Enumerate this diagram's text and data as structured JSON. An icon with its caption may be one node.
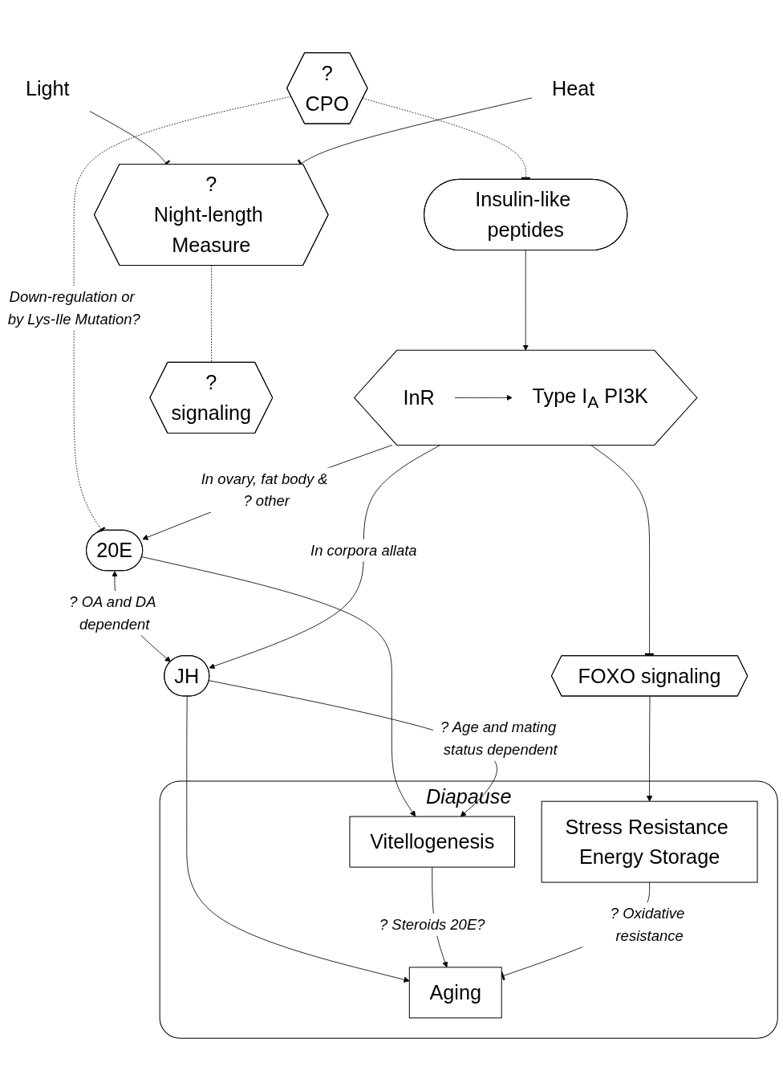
{
  "diagram": {
    "nodes": [
      {
        "text": [
          "Light"
        ]
      },
      {
        "text": [
          "Heat"
        ]
      },
      {
        "text": [
          "?",
          "Night-length Measure"
        ]
      },
      {
        "text": [
          "?",
          "signaling"
        ]
      },
      {
        "text": [
          "?",
          "CPO"
        ]
      },
      {
        "text": [
          "20E"
        ]
      },
      {
        "text": [
          "Insulin-like peptides"
        ]
      },
      {
        "text": [],
        "shape": "hexagon"
      },
      {
        "text": [
          "InR"
        ],
        "in": 7
      },
      {
        "text": [
          "Type I$_{A}$ PI3K"
        ],
        "in": 7
      },
      {
        "text": [
          "JH"
        ]
      },
      {
        "text": [
          "FOXO signaling"
        ]
      },
      {
        "text": [
          "Diapause"
        ]
      },
      {
        "text": [
          "Vitellogenesis"
        ],
        "in": 12
      },
      {
        "text": [
          "Aging"
        ],
        "in": 12
      },
      {
        "text": [
          "Stress Resistance Energy Storage"
        ],
        "in": 12
      }
    ],
    "edges": [
      {
        "from": 0,
        "to": 2,
        "arrow": "other"
      },
      {
        "from": 1,
        "to": 2,
        "arrow": "other"
      },
      {
        "from": 2,
        "to": 3,
        "arrow": "none",
        "style": "dashed"
      },
      {
        "from": 4,
        "to": 5,
        "arrow": "other",
        "style": "dashed",
        "label": "Down-regulation or by Lys-Ile Mutation?"
      },
      {
        "from": 4,
        "to": 6,
        "arrow": "other",
        "style": "dashed"
      },
      {
        "from": 6,
        "to": 7,
        "arrow": "to"
      },
      {
        "from": 8,
        "to": 9,
        "arrow": "to"
      },
      {
        "from": 7,
        "to": 5,
        "arrow": "to",
        "label": "In ovary, fat body & ? other"
      },
      {
        "from": 5,
        "to": 10,
        "arrow": "both",
        "label": "? OA and DA dependent"
      },
      {
        "from": 7,
        "to": 10,
        "arrow": "to",
        "label": "In corpora allata"
      },
      {
        "from": 7,
        "to": 11,
        "arrow": "other"
      },
      {
        "from": 5,
        "to": 13,
        "arrow": "to"
      },
      {
        "from": 10,
        "to": 13,
        "arrow": "to",
        "label": "? Age and mating status dependent"
      },
      {
        "from": 10,
        "to": 14,
        "arrow": "to"
      },
      {
        "from": 11,
        "to": 15,
        "arrow": "to"
      },
      {
        "from": 13,
        "to": 14,
        "arrow": "to",
        "label": "? Steroids 20E?"
      },
      {
        "from": 15,
        "to": 14,
        "arrow": "other",
        "label": "? Oxidative resistance"
      }
    ]
  }
}
